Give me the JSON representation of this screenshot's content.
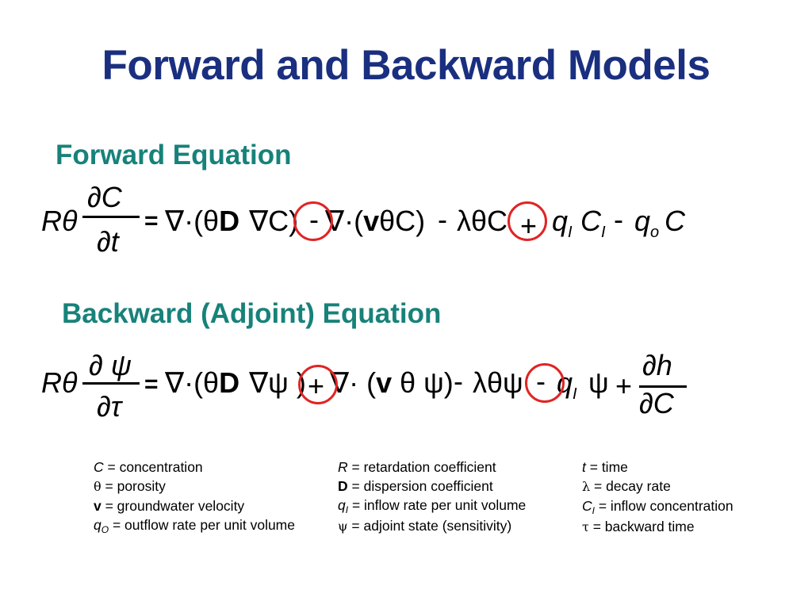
{
  "slide": {
    "title": "Forward and Backward Models"
  },
  "forward": {
    "heading": "Forward Equation",
    "lhs_coef": "Rθ",
    "num": "∂C",
    "den": "∂t",
    "eq": "=",
    "t1": "∇·(θ",
    "t1b": "D",
    "t1c": "∇C)",
    "op1": "-",
    "t2": "∇·(",
    "t2b": "v",
    "t2c": "θC)",
    "op2": "-",
    "t3": "λθC",
    "op3": "+",
    "t4": "q",
    "t4sub": "I",
    "t5": "C",
    "t5sub": "I",
    "op4": "-",
    "t6": "q",
    "t6sub": "o",
    "t7": "C"
  },
  "backward": {
    "heading": "Backward (Adjoint) Equation",
    "lhs_coef": "Rθ",
    "num": "∂ ψ",
    "den": "∂τ",
    "eq": "=",
    "t1": "∇·(θ",
    "t1b": "D",
    "t1c": "∇ψ )",
    "op1": "+",
    "t2": "∇· (",
    "t2b": "v",
    "t2c": "θ ψ)",
    "op2": "-",
    "t3": "λθψ",
    "op3": "-",
    "t4": "q",
    "t4sub": "I",
    "t5": "ψ",
    "op4": "+",
    "frac2_num": "∂h",
    "frac2_den": "∂C"
  },
  "legend": {
    "col1": [
      {
        "sym": "C",
        "text": " = concentration"
      },
      {
        "sym": "θ",
        "text": " = porosity"
      },
      {
        "sym": "v",
        "text": " = groundwater velocity"
      },
      {
        "sym": "q",
        "sub": "O",
        "text": " = outflow rate per unit volume"
      }
    ],
    "col2": [
      {
        "sym": "R",
        "text": " = retardation coefficient"
      },
      {
        "sym": "D",
        "text": " = dispersion coefficient"
      },
      {
        "sym": "q",
        "sub": "I",
        "text": " = inflow rate per unit volume"
      },
      {
        "sym": "ψ",
        "text": " = adjoint state (sensitivity)"
      }
    ],
    "col3": [
      {
        "sym": "t",
        "text": " = time"
      },
      {
        "sym": "λ",
        "text": " = decay rate"
      },
      {
        "sym": "C",
        "sub": "I",
        "text": " = inflow concentration"
      },
      {
        "sym": "τ",
        "text": " = backward time"
      }
    ]
  },
  "colors": {
    "title": "#1a2f7f",
    "heading": "#17827a",
    "highlight_circle": "#e02424"
  }
}
